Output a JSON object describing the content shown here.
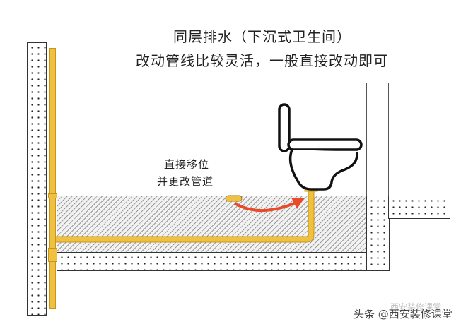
{
  "title": {
    "line1": "同层排水（下沉式卫生间）",
    "line2": "改动管线比较灵活，一般直接改动即可"
  },
  "annotation": {
    "line1": "直接移位",
    "line2": "并更改管道"
  },
  "watermark": {
    "text": "头条 @西安装修课堂",
    "ghost": "西安装修课堂"
  },
  "colors": {
    "pipe": "#f0c040",
    "pipe_border": "#c8951a",
    "arrow": "#e84a2a",
    "hatch": "#9a9a9a",
    "outline": "#222222"
  }
}
